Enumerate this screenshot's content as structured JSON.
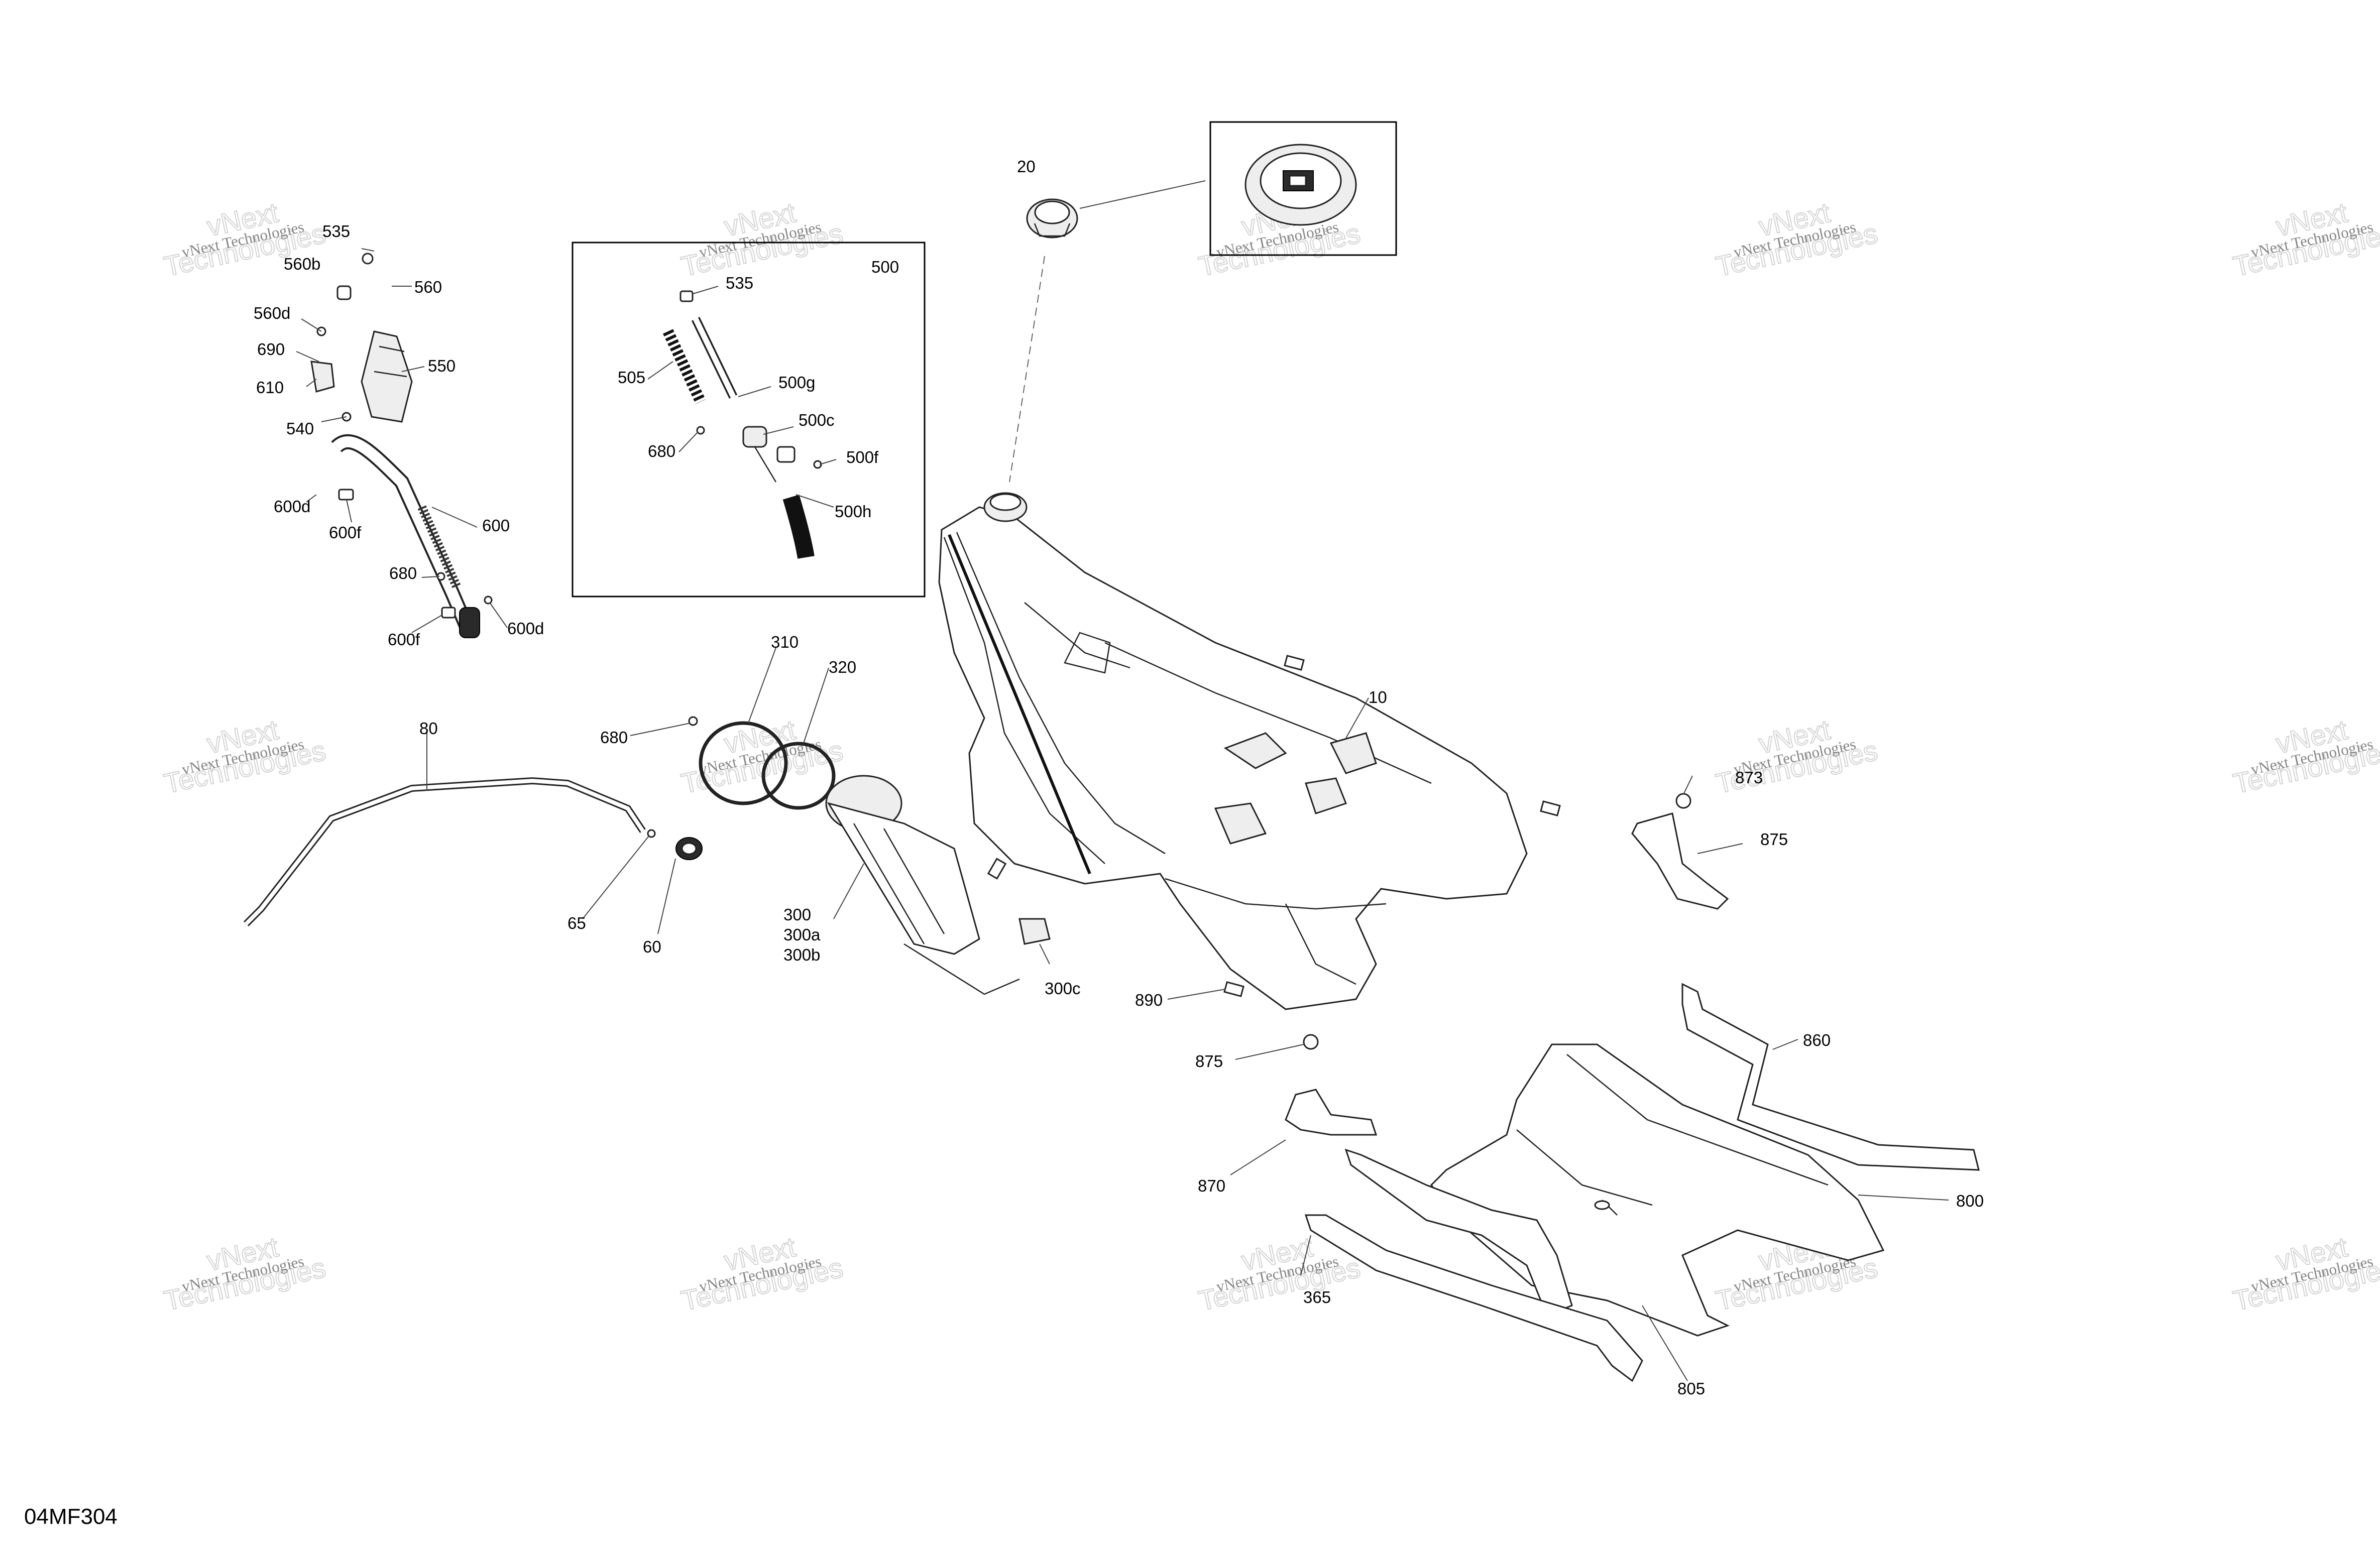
{
  "diagram_ref": "04MF304",
  "watermark": {
    "line1": "vNext Technologies",
    "line2": "vNext",
    "line3": "Technologies"
  },
  "callouts": [
    "535",
    "560b",
    "560",
    "560d",
    "690",
    "550",
    "610",
    "540",
    "600d",
    "600f",
    "600",
    "680",
    "600f",
    "600d",
    "535",
    "500",
    "505",
    "500g",
    "500c",
    "680",
    "500f",
    "500h",
    "20",
    "310",
    "320",
    "680",
    "80",
    "65",
    "60",
    "300",
    "300a",
    "300b",
    "300c",
    "10",
    "873",
    "875",
    "860",
    "890",
    "875",
    "870",
    "800",
    "365",
    "805"
  ]
}
